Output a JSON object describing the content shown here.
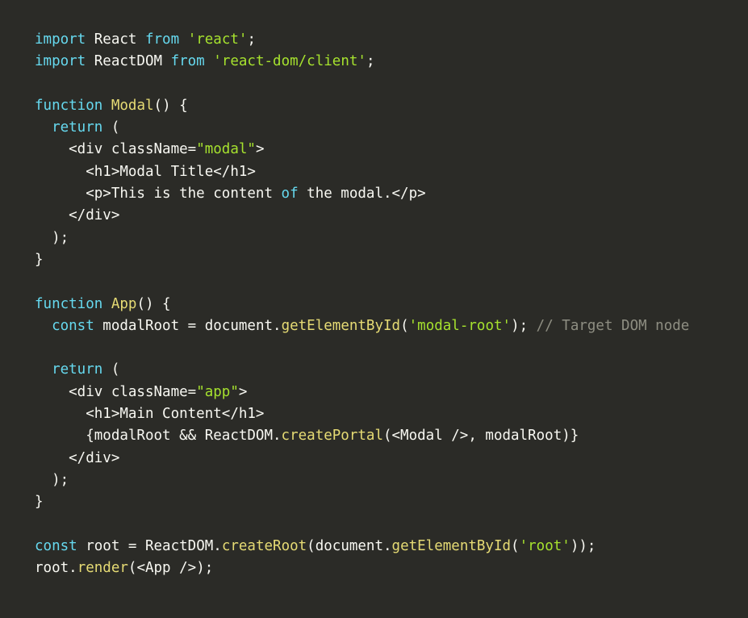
{
  "colors": {
    "background": "#2b2b27",
    "plain": "#f8f8f2",
    "keyword": "#66d9ef",
    "string": "#a6e22e",
    "function": "#e6db74",
    "method": "#e6db74",
    "comment": "#8e8e82"
  },
  "code": {
    "lines": [
      [
        [
          "keyword",
          "import"
        ],
        [
          "plain",
          " React "
        ],
        [
          "keyword",
          "from"
        ],
        [
          "plain",
          " "
        ],
        [
          "string",
          "'react'"
        ],
        [
          "plain",
          ";"
        ]
      ],
      [
        [
          "keyword",
          "import"
        ],
        [
          "plain",
          " ReactDOM "
        ],
        [
          "keyword",
          "from"
        ],
        [
          "plain",
          " "
        ],
        [
          "string",
          "'react-dom/client'"
        ],
        [
          "plain",
          ";"
        ]
      ],
      [],
      [
        [
          "keyword",
          "function"
        ],
        [
          "plain",
          " "
        ],
        [
          "function",
          "Modal"
        ],
        [
          "plain",
          "() {"
        ]
      ],
      [
        [
          "plain",
          "  "
        ],
        [
          "keyword",
          "return"
        ],
        [
          "plain",
          " ("
        ]
      ],
      [
        [
          "plain",
          "    <div className="
        ],
        [
          "string",
          "\"modal\""
        ],
        [
          "plain",
          ">"
        ]
      ],
      [
        [
          "plain",
          "      <h1>Modal Title</h1>"
        ]
      ],
      [
        [
          "plain",
          "      <p>This is the content "
        ],
        [
          "keyword",
          "of"
        ],
        [
          "plain",
          " the modal.</p>"
        ]
      ],
      [
        [
          "plain",
          "    </div>"
        ]
      ],
      [
        [
          "plain",
          "  );"
        ]
      ],
      [
        [
          "plain",
          "}"
        ]
      ],
      [],
      [
        [
          "keyword",
          "function"
        ],
        [
          "plain",
          " "
        ],
        [
          "function",
          "App"
        ],
        [
          "plain",
          "() {"
        ]
      ],
      [
        [
          "plain",
          "  "
        ],
        [
          "keyword",
          "const"
        ],
        [
          "plain",
          " modalRoot = document."
        ],
        [
          "method",
          "getElementById"
        ],
        [
          "plain",
          "("
        ],
        [
          "string",
          "'modal-root'"
        ],
        [
          "plain",
          "); "
        ],
        [
          "comment",
          "// Target DOM node"
        ]
      ],
      [],
      [
        [
          "plain",
          "  "
        ],
        [
          "keyword",
          "return"
        ],
        [
          "plain",
          " ("
        ]
      ],
      [
        [
          "plain",
          "    <div className="
        ],
        [
          "string",
          "\"app\""
        ],
        [
          "plain",
          ">"
        ]
      ],
      [
        [
          "plain",
          "      <h1>Main Content</h1>"
        ]
      ],
      [
        [
          "plain",
          "      {modalRoot && ReactDOM."
        ],
        [
          "method",
          "createPortal"
        ],
        [
          "plain",
          "(<Modal />, modalRoot)}"
        ]
      ],
      [
        [
          "plain",
          "    </div>"
        ]
      ],
      [
        [
          "plain",
          "  );"
        ]
      ],
      [
        [
          "plain",
          "}"
        ]
      ],
      [],
      [
        [
          "keyword",
          "const"
        ],
        [
          "plain",
          " root = ReactDOM."
        ],
        [
          "method",
          "createRoot"
        ],
        [
          "plain",
          "(document."
        ],
        [
          "method",
          "getElementById"
        ],
        [
          "plain",
          "("
        ],
        [
          "string",
          "'root'"
        ],
        [
          "plain",
          "));"
        ]
      ],
      [
        [
          "plain",
          "root."
        ],
        [
          "method",
          "render"
        ],
        [
          "plain",
          "(<App />);"
        ]
      ]
    ]
  }
}
